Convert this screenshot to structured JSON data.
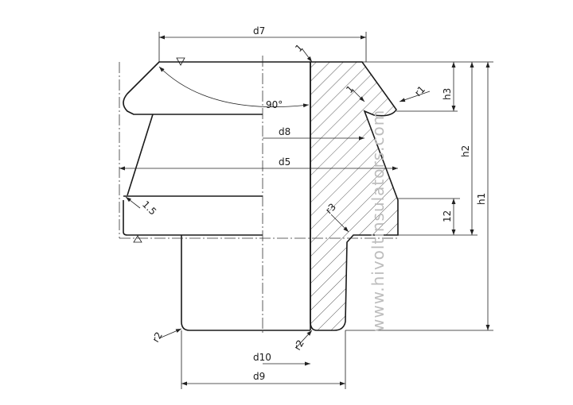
{
  "watermark": "www.hivoltinsulators.com",
  "dimensions": {
    "d7": "d7",
    "d8": "d8",
    "d5": "d5",
    "d10": "d10",
    "d9": "d9",
    "h1": "h1",
    "h2": "h2",
    "h3": "h3",
    "twelve": "12",
    "angle": "90°",
    "r1": "r1",
    "r2_left": "r2",
    "r2_bottom": "r2",
    "r3": "r3",
    "chamfer_top": "1",
    "chamfer_right": "1",
    "chamfer_15": "1.5"
  }
}
